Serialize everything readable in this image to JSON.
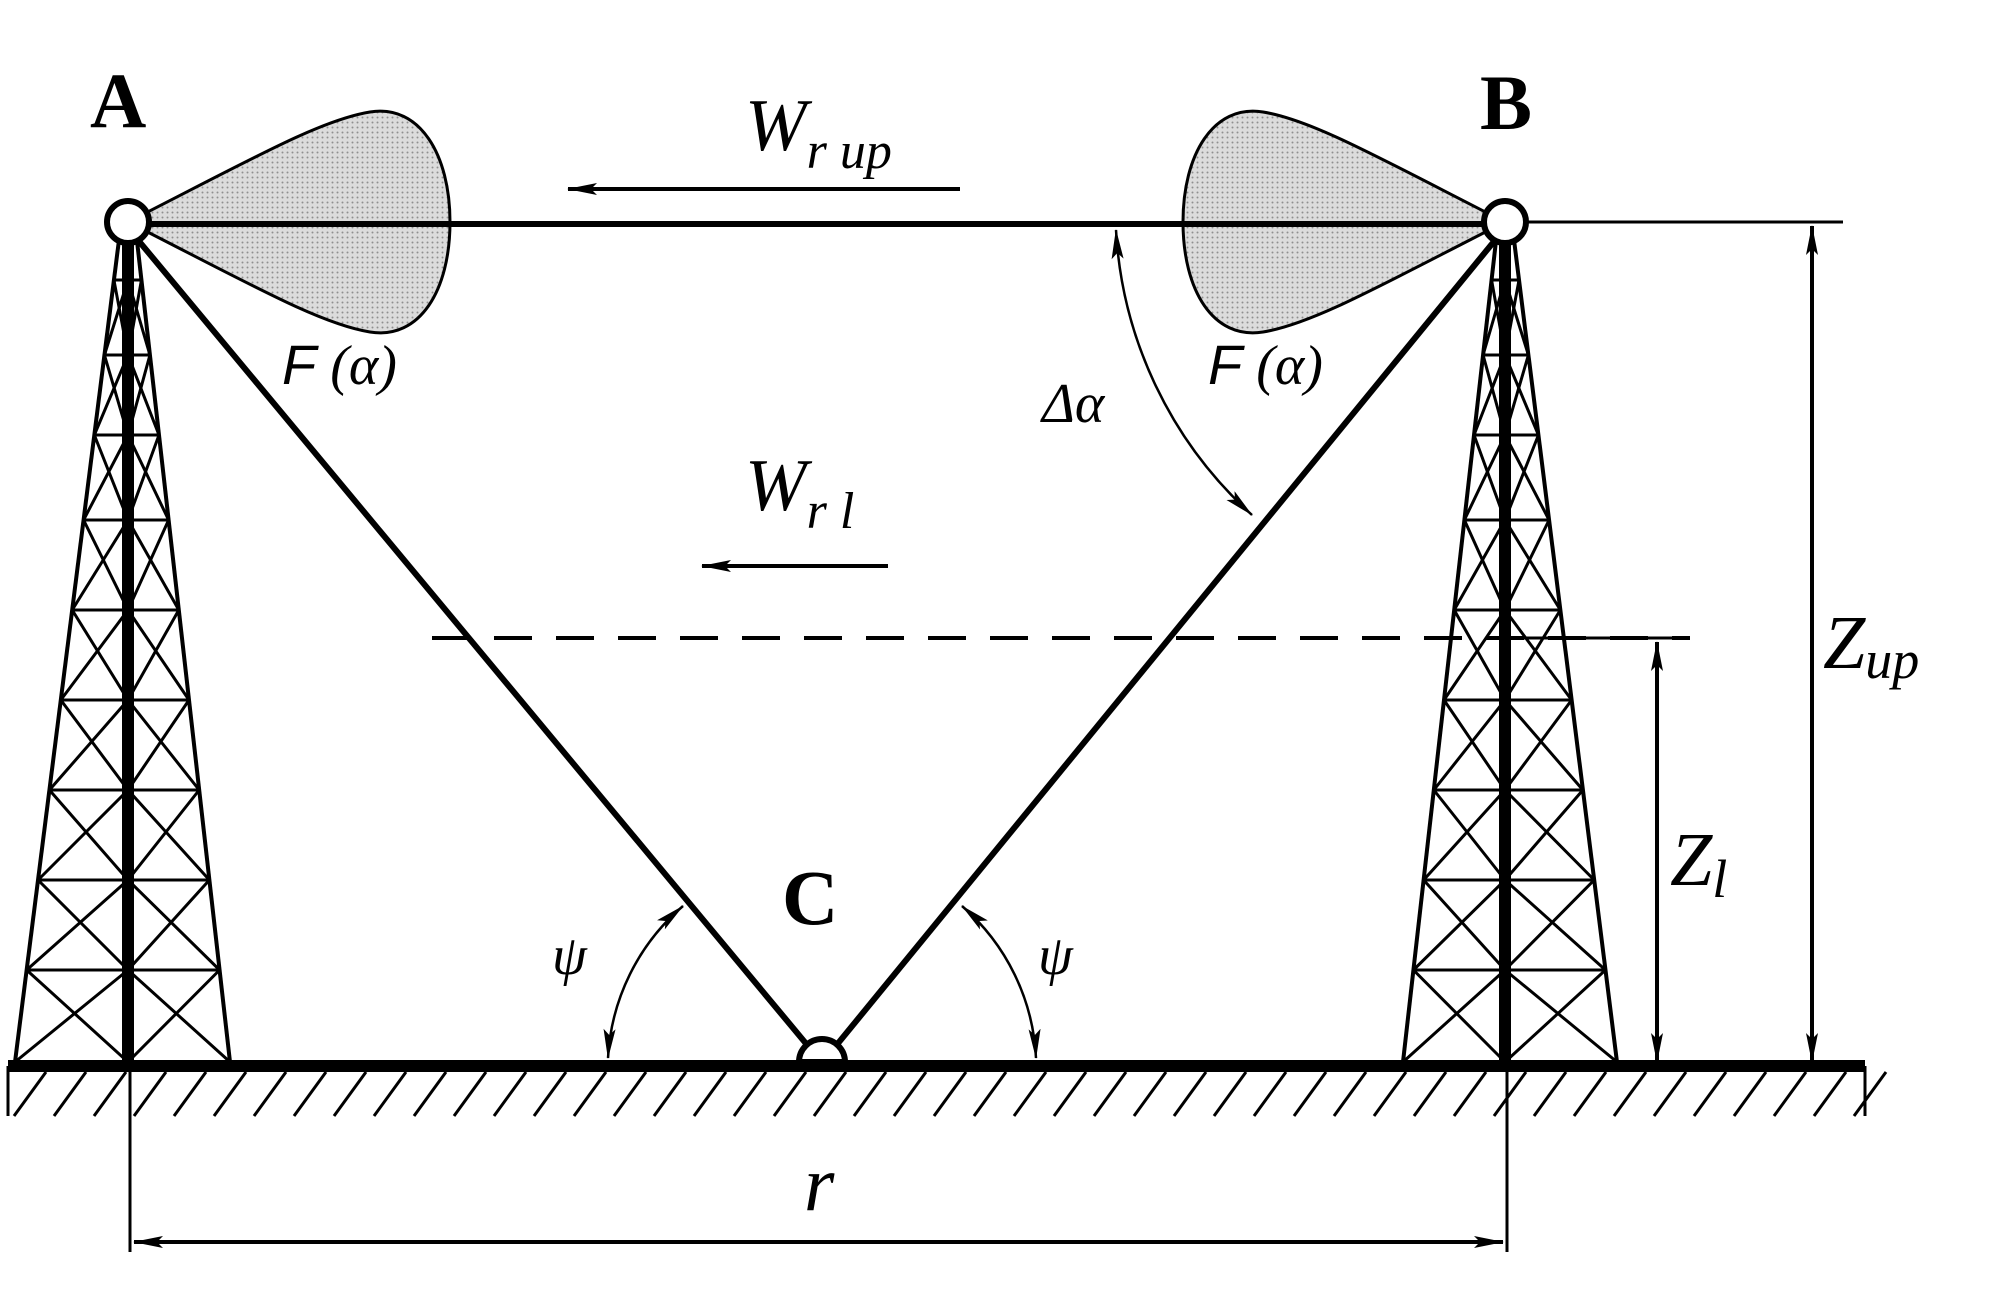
{
  "points": {
    "a": "A",
    "b": "B",
    "c": "C"
  },
  "pattern_label": "F (α)",
  "pattern_left": {
    "f": "F",
    "arg": "(α)"
  },
  "pattern_right": {
    "f": "F",
    "arg": "(α)"
  },
  "w_upper": {
    "main": "W",
    "sub": "r up"
  },
  "w_lower": {
    "main": "W",
    "sub": "r l"
  },
  "z_upper": {
    "main": "Z",
    "sub": "up"
  },
  "z_lower": {
    "main": "Z",
    "sub": "l"
  },
  "delta_alpha": "Δα",
  "psi": "ψ",
  "distance": "r"
}
